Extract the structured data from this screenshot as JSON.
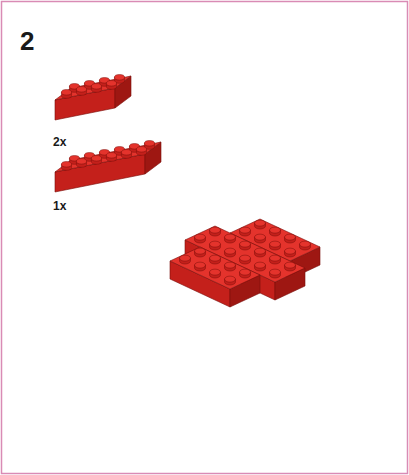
{
  "diagram": {
    "labels": [
      "2",
      "2x",
      "1x"
    ]
  }
}
